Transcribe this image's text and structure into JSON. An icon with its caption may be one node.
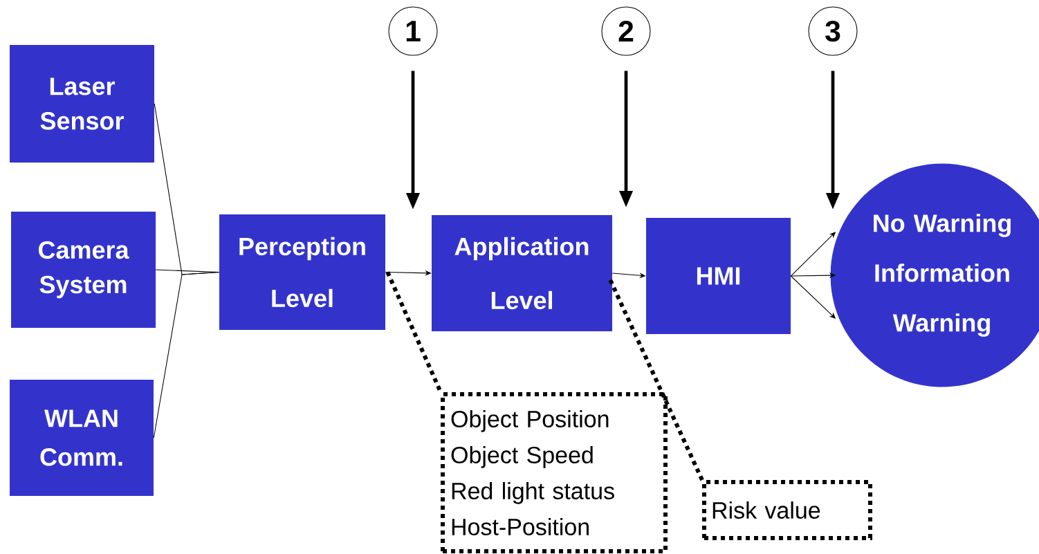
{
  "diagram": {
    "nodes": [
      {
        "text": [
          "Laser Sensor"
        ]
      },
      {
        "text": [
          "Camera System"
        ]
      },
      {
        "text": [
          "WLAN Comm."
        ]
      },
      {
        "text": [
          "Perception Level"
        ]
      },
      {
        "text": [
          "Application Level"
        ]
      },
      {
        "text": [
          "HMI"
        ]
      },
      {
        "text": [
          "No Warning",
          "Information",
          "Warning"
        ]
      },
      {
        "text": [
          "Object Position",
          "Object Speed",
          "Red light status",
          "Host-Position"
        ]
      },
      {
        "text": [
          "Risk value"
        ]
      },
      {
        "text": [
          "1"
        ]
      },
      {
        "text": [
          "2"
        ]
      },
      {
        "text": [
          "3"
        ]
      }
    ],
    "edges": [
      {
        "from": 0,
        "to": 3,
        "arrow": "none"
      },
      {
        "from": 1,
        "to": 3,
        "arrow": "none"
      },
      {
        "from": 2,
        "to": 3,
        "arrow": "none"
      },
      {
        "from": 3,
        "to": 4,
        "arrow": "to"
      },
      {
        "from": 4,
        "to": 5,
        "arrow": "to"
      },
      {
        "from": 5,
        "to": 6,
        "arrow": "to"
      },
      {
        "from": 5,
        "to": 6,
        "arrow": "to"
      },
      {
        "from": 5,
        "to": 6,
        "arrow": "to"
      },
      {
        "from": 3,
        "to": 7,
        "arrow": "none",
        "style": "dashed"
      },
      {
        "from": 4,
        "to": 8,
        "arrow": "none",
        "style": "dashed"
      },
      {
        "from": 9,
        "to": null,
        "arrow": "to",
        "style": "thick"
      },
      {
        "from": 10,
        "to": null,
        "arrow": "to",
        "style": "thick"
      },
      {
        "from": 11,
        "to": null,
        "arrow": "to",
        "style": "thick"
      }
    ]
  }
}
